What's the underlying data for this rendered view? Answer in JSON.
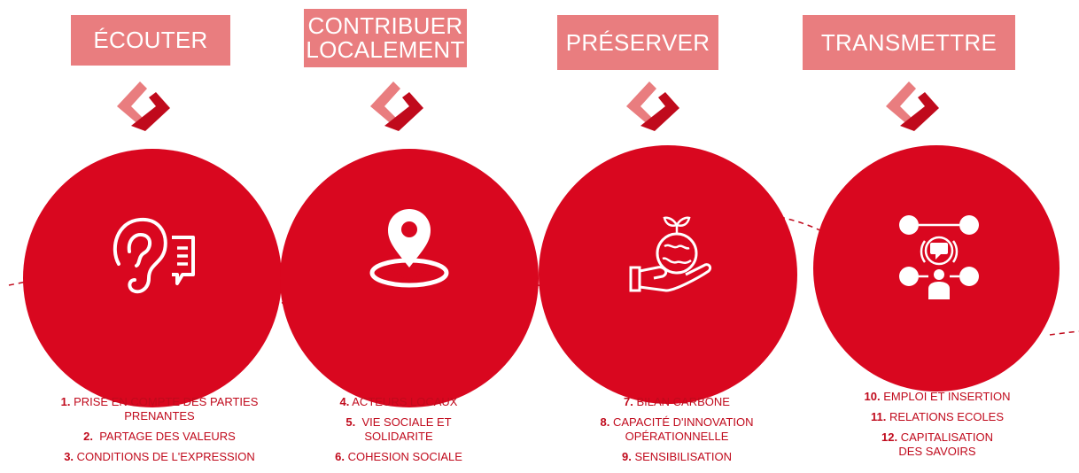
{
  "colors": {
    "header_bg": "#e97d7f",
    "circle": "#d9071f",
    "item_text": "#c00a1c",
    "chevron_light": "#e97d7f",
    "chevron_dark": "#c00a1c"
  },
  "columns": [
    {
      "title": "ÉCOUTER",
      "icon": "ear-speech-icon",
      "items": [
        {
          "num": "1.",
          "text": "PRISE EN COMPTE DES PARTIES PRENANTES"
        },
        {
          "num": "2.",
          "text": "PARTAGE DES VALEURS"
        },
        {
          "num": "3.",
          "text": "CONDITIONS DE L'EXPRESSION"
        }
      ]
    },
    {
      "title": "CONTRIBUER LOCALEMENT",
      "icon": "location-pin-icon",
      "items": [
        {
          "num": "4.",
          "text": "ACTEURS LOCAUX"
        },
        {
          "num": "5.",
          "text": "VIE SOCIALE ET SOLIDARITE"
        },
        {
          "num": "6.",
          "text": "COHESION SOCIALE"
        }
      ]
    },
    {
      "title": "PRÉSERVER",
      "icon": "hand-plant-globe-icon",
      "items": [
        {
          "num": "7.",
          "text": "BILAN CARBONE"
        },
        {
          "num": "8.",
          "text": "CAPACITÉ D'INNOVATION OPÉRATIONNELLE"
        },
        {
          "num": "9.",
          "text": "SENSIBILISATION"
        }
      ]
    },
    {
      "title": "TRANSMETTRE",
      "icon": "network-people-icon",
      "items": [
        {
          "num": "10.",
          "text": "EMPLOI ET INSERTION"
        },
        {
          "num": "11.",
          "text": "RELATIONS ECOLES"
        },
        {
          "num": "12.",
          "text": "CAPITALISATION DES SAVOIRS"
        }
      ]
    }
  ]
}
